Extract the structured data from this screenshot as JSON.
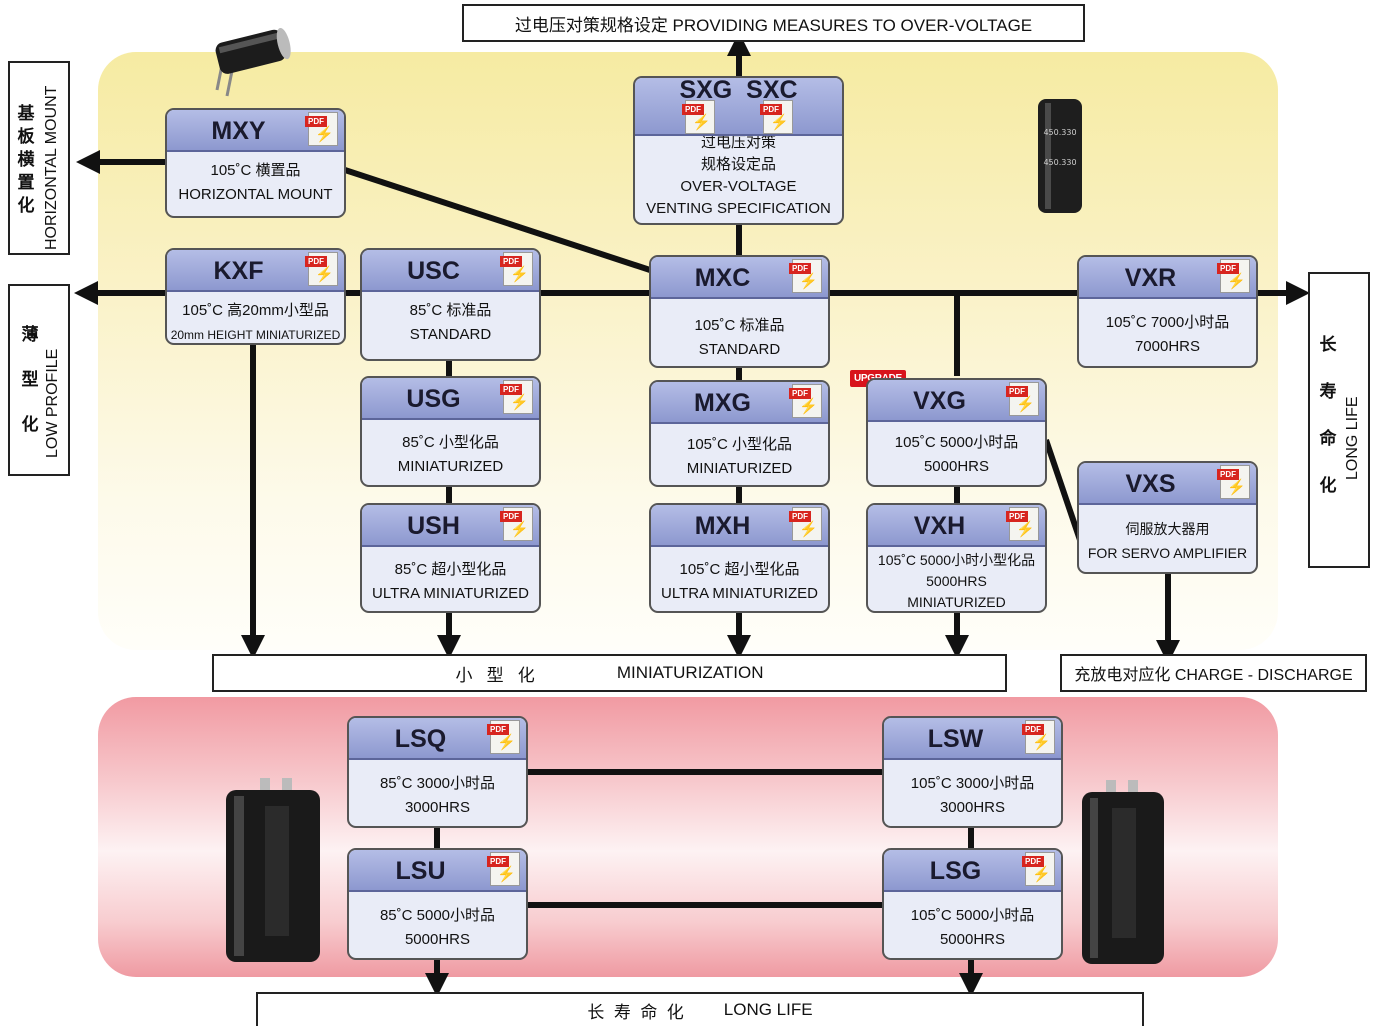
{
  "top_label": "过电压对策规格设定  PROVIDING MEASURES TO OVER-VOLTAGE",
  "bottom_mini_cjk": "小   型   化",
  "bottom_mini_en": "MINIATURIZATION",
  "charge_label": "充放电对应化 CHARGE - DISCHARGE",
  "longlife_cjk": "长  寿  命  化",
  "longlife_en": "LONG LIFE",
  "left_horizontal": {
    "cjk": [
      "基",
      "板",
      "横",
      "置",
      "化"
    ],
    "en": "HORIZONTAL MOUNT"
  },
  "left_lowprofile": {
    "cjk": [
      "薄",
      "型",
      "化"
    ],
    "en": "LOW PROFILE"
  },
  "right_longlife": {
    "cjk": [
      "长",
      "寿",
      "命",
      "化"
    ],
    "en": "LONG LIFE"
  },
  "upgrade_badge": "UPGRADE",
  "pdf_tag": "PDF",
  "series": {
    "MXY": {
      "name": "MXY",
      "line1": "105˚C 横置品",
      "line2": "HORIZONTAL MOUNT"
    },
    "SXG": {
      "name": "SXG  SXC",
      "line1": "过电压对策",
      "line2": "规格设定品",
      "line3": "OVER-VOLTAGE",
      "line4": "VENTING SPECIFICATION"
    },
    "KXF": {
      "name": "KXF",
      "line1": "105˚C 高20mm小型品",
      "line2": "20mm HEIGHT MINIATURIZED"
    },
    "USC": {
      "name": "USC",
      "line1": "85˚C 标准品",
      "line2": "STANDARD"
    },
    "MXC": {
      "name": "MXC",
      "line1": "105˚C 标准品",
      "line2": "STANDARD"
    },
    "VXR": {
      "name": "VXR",
      "line1": "105˚C 7000小时品",
      "line2": "7000HRS"
    },
    "USG": {
      "name": "USG",
      "line1": "85˚C 小型化品",
      "line2": "MINIATURIZED"
    },
    "MXG": {
      "name": "MXG",
      "line1": "105˚C 小型化品",
      "line2": "MINIATURIZED"
    },
    "VXG": {
      "name": "VXG",
      "line1": "105˚C 5000小时品",
      "line2": "5000HRS"
    },
    "VXS": {
      "name": "VXS",
      "line1": "伺服放大器用",
      "line2": "FOR SERVO AMPLIFIER"
    },
    "USH": {
      "name": "USH",
      "line1": "85˚C 超小型化品",
      "line2": "ULTRA MINIATURIZED"
    },
    "MXH": {
      "name": "MXH",
      "line1": "105˚C 超小型化品",
      "line2": "ULTRA MINIATURIZED"
    },
    "VXH": {
      "name": "VXH",
      "line1": "105˚C 5000小时小型化品",
      "line2": "5000HRS",
      "line3": "MINIATURIZED"
    },
    "LSQ": {
      "name": "LSQ",
      "line1": "85˚C 3000小时品",
      "line2": "3000HRS"
    },
    "LSW": {
      "name": "LSW",
      "line1": "105˚C 3000小时品",
      "line2": "3000HRS"
    },
    "LSU": {
      "name": "LSU",
      "line1": "85˚C 5000小时品",
      "line2": "5000HRS"
    },
    "LSG": {
      "name": "LSG",
      "line1": "105˚C 5000小时品",
      "line2": "5000HRS"
    }
  },
  "colors": {
    "card_header": "#9aa4d8",
    "card_body": "#e9ecf7",
    "panel_yellow": "#f6eba2",
    "panel_red": "#f19aa2",
    "upgrade": "#d8141b",
    "pdf_tag": "#d7251f"
  }
}
